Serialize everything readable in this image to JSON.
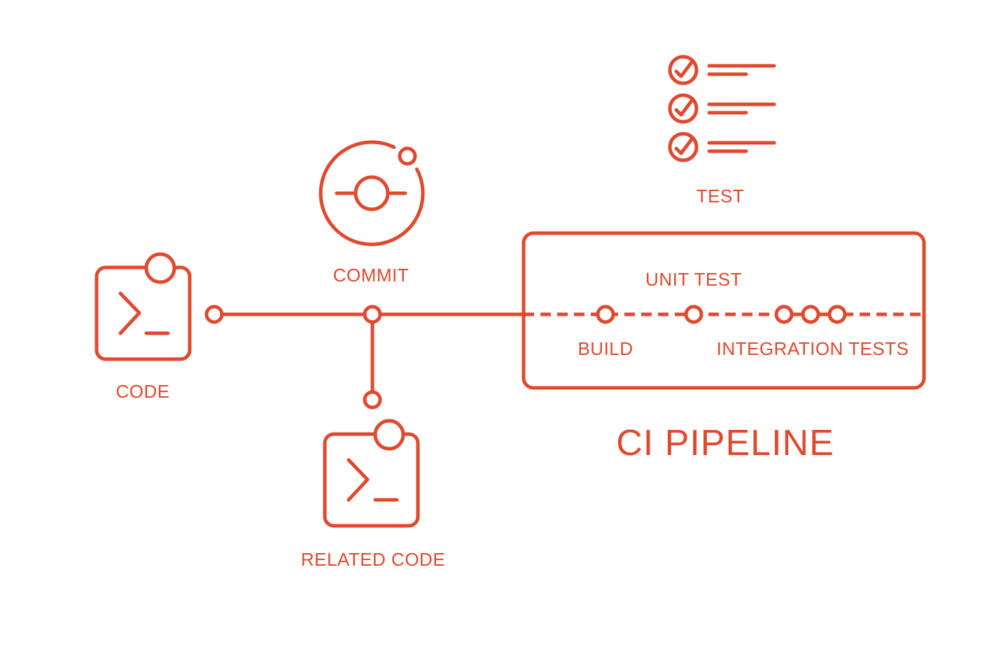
{
  "colors": {
    "accent": "#df4a2f",
    "background": "#ffffff"
  },
  "icons": {
    "code": "terminal-window-icon",
    "commit": "git-commit-icon",
    "test": "checklist-icon",
    "related_code": "terminal-window-icon"
  },
  "labels": {
    "code": "CODE",
    "commit": "COMMIT",
    "test": "TEST",
    "related_code": "RELATED CODE"
  },
  "pipeline": {
    "title": "CI PIPELINE",
    "stages": [
      {
        "label": "BUILD",
        "nodes": 1,
        "label_position": "below"
      },
      {
        "label": "UNIT TEST",
        "nodes": 1,
        "label_position": "above"
      },
      {
        "label": "INTEGRATION TESTS",
        "nodes": 3,
        "label_position": "below"
      }
    ]
  }
}
